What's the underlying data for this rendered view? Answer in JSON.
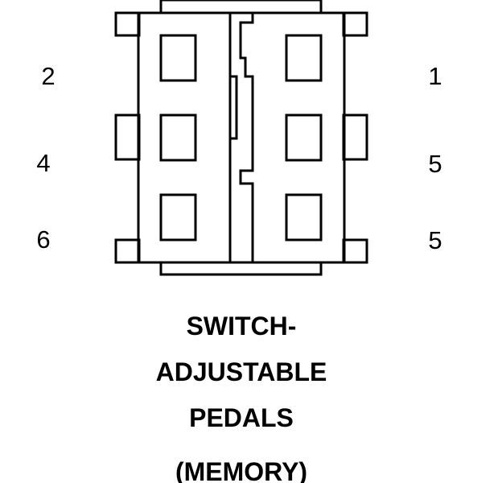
{
  "pins": {
    "left": [
      "2",
      "4",
      "6"
    ],
    "right": [
      "1",
      "5",
      "5"
    ]
  },
  "caption": {
    "line1": "SWITCH-",
    "line2": "ADJUSTABLE",
    "line3": "PEDALS",
    "line4": "(MEMORY)"
  },
  "colors": {
    "stroke": "#000000",
    "background": "#ffffff"
  }
}
